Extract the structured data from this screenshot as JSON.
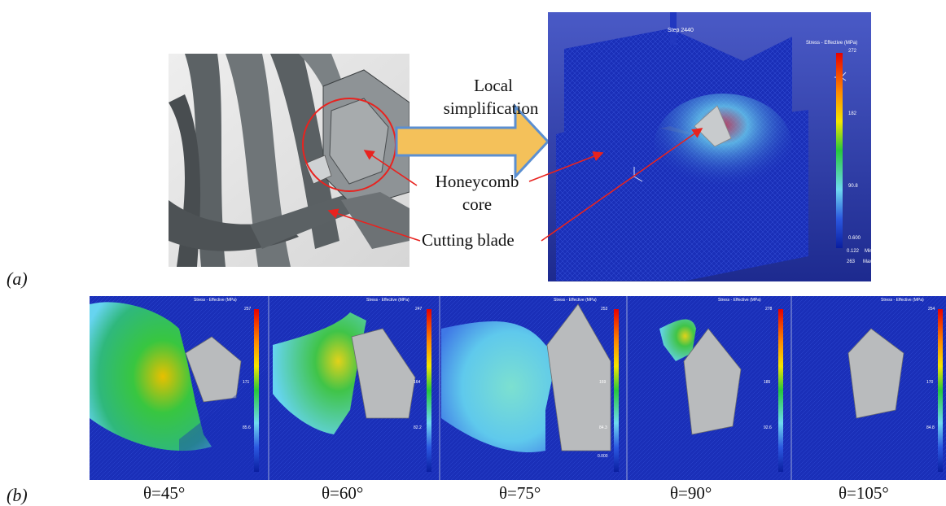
{
  "panel_labels": {
    "a": "(a)",
    "b": "(b)"
  },
  "arrow_label": [
    "Local",
    "simplification"
  ],
  "callouts": {
    "honeycomb": [
      "Honeycomb",
      "core"
    ],
    "blade": "Cutting blade"
  },
  "sim_a": {
    "step": "Step 2440",
    "legend_title": "Stress - Effective (MPa)",
    "ticks": [
      "272",
      "182",
      "90.8",
      "0.600"
    ],
    "min_value": "0.122",
    "min_label": "Min",
    "max_value": "263",
    "max_label": "Max"
  },
  "sims_b": [
    {
      "theta": "θ=45°",
      "legend_title": "Stress - Effective (MPa)",
      "ticks": [
        "257",
        "171",
        "85.6"
      ]
    },
    {
      "theta": "θ=60°",
      "legend_title": "Stress - Effective (MPa)",
      "ticks": [
        "247",
        "164",
        "82.2"
      ]
    },
    {
      "theta": "θ=75°",
      "legend_title": "Stress - Effective (MPa)",
      "ticks": [
        "253",
        "169",
        "84.3",
        "0.000"
      ]
    },
    {
      "theta": "θ=90°",
      "legend_title": "Stress - Effective (MPa)",
      "ticks": [
        "278",
        "185",
        "92.6"
      ]
    },
    {
      "theta": "θ=105°",
      "legend_title": "Stress - Effective (MPa)",
      "ticks": [
        "254",
        "170",
        "84.8"
      ]
    }
  ],
  "colors": {
    "fem_background": "#1a2fb8",
    "blade_gray": "#b9bbbd",
    "arrow_fill": "#f4c15a",
    "arrow_stroke": "#5b8fd1",
    "callout_arrow": "#e8231f"
  }
}
